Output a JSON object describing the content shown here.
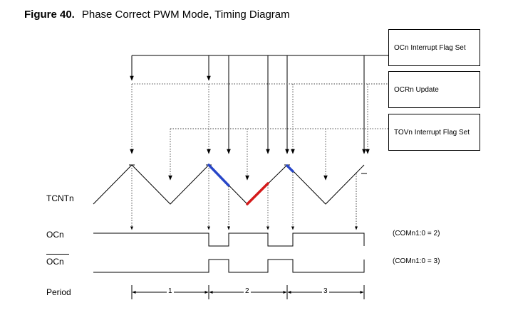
{
  "figure": {
    "number": "Figure 40.",
    "title": "Phase Correct PWM Mode, Timing Diagram"
  },
  "annotations": {
    "ocn_flag": "OCn Interrupt Flag Set",
    "ocrn_update": "OCRn Update",
    "tovn_flag": "TOVn Interrupt Flag Set"
  },
  "signals": {
    "tcnt": "TCNTn",
    "ocn": "OCn",
    "ocn_inverted": "OCn",
    "period": "Period"
  },
  "modes": {
    "ocn": "(COMn1:0 = 2)",
    "ocn_inverted": "(COMn1:0 = 3)"
  },
  "periods": [
    "1",
    "2",
    "3"
  ],
  "colors": {
    "line": "#000000",
    "dotted": "#444444",
    "highlight_down": "#2846c8",
    "highlight_up": "#d41a1a"
  }
}
